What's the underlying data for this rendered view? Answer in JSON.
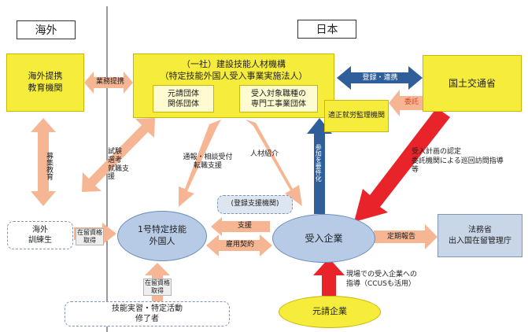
{
  "regions": {
    "overseas": "海外",
    "japan": "日本"
  },
  "nodes": {
    "overseas_school": [
      "海外提携",
      "教育機関"
    ],
    "jac_title": [
      "（一社）建設技能人材機構",
      "（特定技能外国人受入事業実施法人）"
    ],
    "prime_groups": [
      "元請団体",
      "関係団体"
    ],
    "specialty_groups": [
      "受入対象職種の",
      "専門工事業団体"
    ],
    "mlit": "国土交通省",
    "fair_employment": "適正就労監理機関",
    "overseas_trainee": [
      "海外",
      "訓練生"
    ],
    "foreign_worker": [
      "1号特定技能",
      "外国人"
    ],
    "registered_support": "(登録支援機関)",
    "host_company": "受入企業",
    "immigration": [
      "法務省",
      "出入国在留管理庁"
    ],
    "intern_completed": [
      "技能実習・特定活動",
      "修了者"
    ],
    "prime_contractor": "元請企業"
  },
  "labels": {
    "business_tieup": "業務提携",
    "register_cooperate": "登録・連携",
    "entrust": "委託",
    "recruit_edu": "募集教育",
    "exam": [
      "試験",
      "選考",
      "就職支援"
    ],
    "report_consult": [
      "通報・相談受付",
      "転職支援"
    ],
    "referral": "人材紹介",
    "mandatory": "参加を要件化",
    "mlit_note": [
      "受入計画の認定",
      "委託機関による巡回訪問指導",
      "等"
    ],
    "status_left": [
      "在留資格",
      "取得"
    ],
    "status_bottom": [
      "在留資格",
      "取得"
    ],
    "support": "支援",
    "employment": "雇用契約",
    "periodic_report": "定期報告",
    "field_guidance": [
      "現場での受入企業への",
      "指導（CCUSも活用）"
    ]
  },
  "colors": {
    "yellow": "#f5ec3c",
    "salmon_arrow": "#f6b694",
    "blue_arrow": "#2f5f9a",
    "red_arrow": "#e8232a",
    "ellipse_fill": "#b7cbe6",
    "immigration_fill": "#c9d6e8"
  }
}
